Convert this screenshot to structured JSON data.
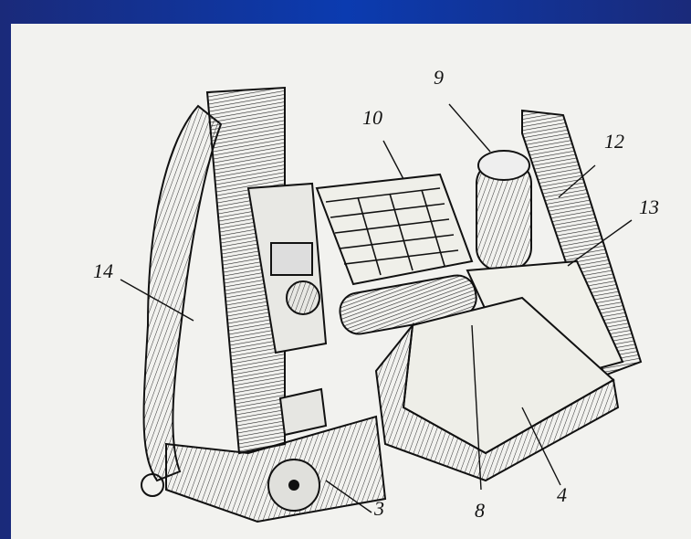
{
  "slide": {
    "title": ""
  },
  "figure": {
    "labels": [
      {
        "id": "9",
        "text": "9"
      },
      {
        "id": "10",
        "text": "10"
      },
      {
        "id": "12",
        "text": "12"
      },
      {
        "id": "13",
        "text": "13"
      },
      {
        "id": "14",
        "text": "14"
      },
      {
        "id": "3",
        "text": "3"
      },
      {
        "id": "8",
        "text": "8"
      },
      {
        "id": "4",
        "text": "4"
      }
    ]
  },
  "colors": {
    "background": "#0b3bb0",
    "title": "#ffff00",
    "panel": "#f2f2ef",
    "ink": "#111111"
  }
}
